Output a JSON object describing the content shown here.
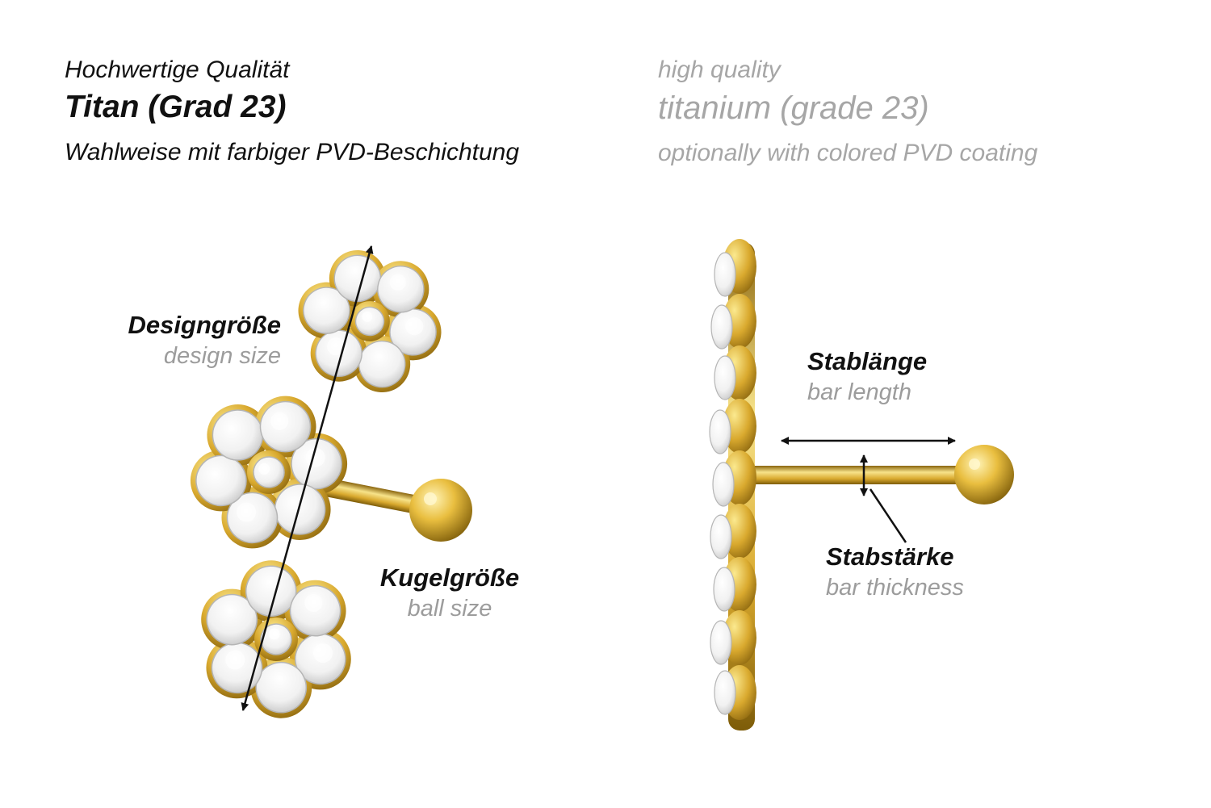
{
  "header": {
    "de": {
      "line1": "Hochwertige Qualität",
      "line2": "Titan (Grad 23)",
      "line3": "Wahlweise mit farbiger PVD-Beschichtung"
    },
    "en": {
      "line1": "high quality",
      "line2": "titanium (grade 23)",
      "line3": "optionally with colored PVD coating"
    }
  },
  "annotations": {
    "design_size": {
      "de": "Designgröße",
      "en": "design size"
    },
    "ball_size": {
      "de": "Kugelgröße",
      "en": "ball size"
    },
    "bar_length": {
      "de": "Stablänge",
      "en": "bar length"
    },
    "bar_thickness": {
      "de": "Stabstärke",
      "en": "bar thickness"
    }
  },
  "subject": {
    "item": "titanium ear piercing stud with three crystal flowers, barbell bar and ball closure",
    "views": [
      "front view",
      "side view"
    ]
  },
  "colors": {
    "gold": "#D9A92E",
    "gold_dark": "#8A650E",
    "gold_light": "#FBE98F",
    "gem": "#F1F1F1",
    "text_black": "#111111",
    "text_gray": "#9C9C9C",
    "background": "#FFFFFF"
  }
}
